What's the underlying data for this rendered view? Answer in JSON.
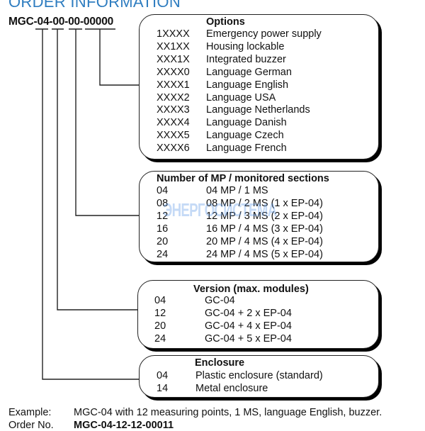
{
  "header": {
    "title": "ORDER INFORMATION",
    "order_code": "MGC-04-00-00-00000"
  },
  "options": {
    "heading": "Options",
    "rows": [
      {
        "code": "1XXXX",
        "desc": "Emergency power supply"
      },
      {
        "code": "XX1XX",
        "desc": "Housing lockable"
      },
      {
        "code": "XXX1X",
        "desc": "Integrated buzzer"
      },
      {
        "code": "XXXX0",
        "desc": "Language German"
      },
      {
        "code": "XXXX1",
        "desc": "Language English"
      },
      {
        "code": "XXXX2",
        "desc": "Language USA"
      },
      {
        "code": "XXXX3",
        "desc": "Language Netherlands"
      },
      {
        "code": "XXXX4",
        "desc": "Language Danish"
      },
      {
        "code": "XXXX5",
        "desc": "Language Czech"
      },
      {
        "code": "XXXX6",
        "desc": "Language French"
      }
    ]
  },
  "measuring_points": {
    "heading": "Number of MP / monitored sections",
    "rows": [
      {
        "code": "04",
        "desc": "04 MP / 1 MS"
      },
      {
        "code": "08",
        "desc": "08 MP / 2 MS (1 x EP-04)"
      },
      {
        "code": "12",
        "desc": "12 MP / 3 MS (2 x EP-04)"
      },
      {
        "code": "16",
        "desc": "16 MP / 4 MS (3 x EP-04)"
      },
      {
        "code": "20",
        "desc": "20 MP / 4 MS (4 x EP-04)"
      },
      {
        "code": "24",
        "desc": "24 MP / 4 MS (5 x EP-04)"
      }
    ]
  },
  "version": {
    "heading": "Version (max. modules)",
    "rows": [
      {
        "code": "04",
        "desc": "GC-04"
      },
      {
        "code": "12",
        "desc": "GC-04 + 2 x EP-04"
      },
      {
        "code": "20",
        "desc": "GC-04 + 4 x EP-04"
      },
      {
        "code": "24",
        "desc": "GC-04 + 5 x EP-04"
      }
    ]
  },
  "enclosure": {
    "heading": "Enclosure",
    "rows": [
      {
        "code": "04",
        "desc": "Plastic enclosure (standard)"
      },
      {
        "code": "14",
        "desc": "Metal enclosure"
      }
    ]
  },
  "footer": {
    "example_label": "Example:",
    "example_text": "MGC-04 with 12 measuring points, 1 MS, language English, buzzer.",
    "order_label": "Order No.",
    "order_value": "MGC-04-12-12-00011"
  },
  "watermark": "ЭНЕРГОСИСТЕМА",
  "colors": {
    "title": "#2f7dc0",
    "watermark": "#5a96e6"
  }
}
